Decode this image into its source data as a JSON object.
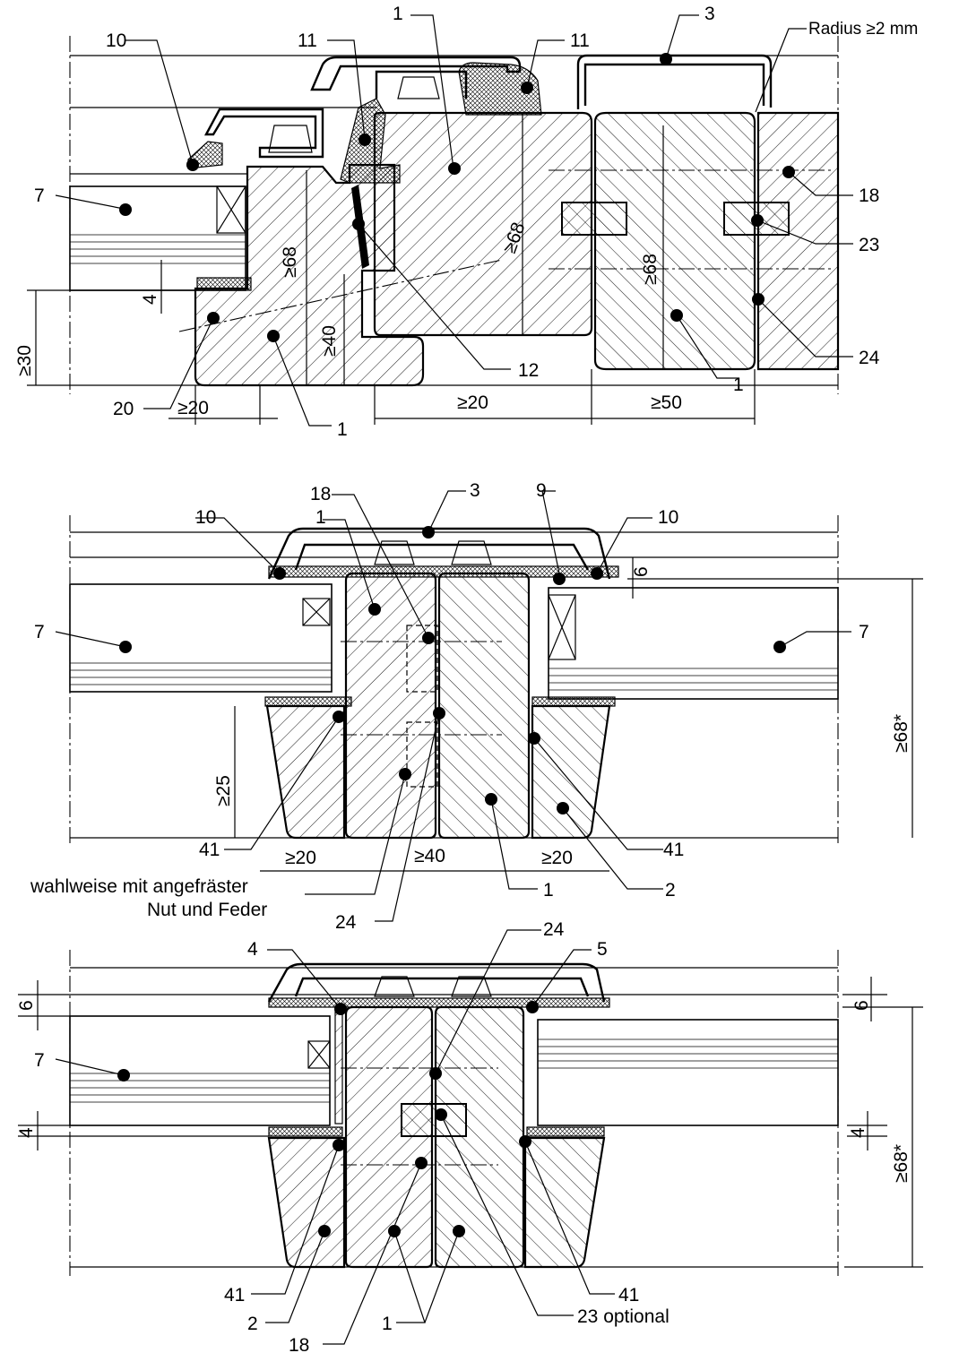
{
  "diagram": {
    "sections": [
      {
        "id": "top-section",
        "labels": [
          "1",
          "3",
          "10",
          "11",
          "11",
          "7",
          "18",
          "23",
          "24",
          "12",
          "1",
          "20",
          "1"
        ],
        "dimensions": [
          "Radius ≥2 mm",
          "≥68",
          "≥68",
          "≥68",
          "≥40",
          "4",
          "≥30",
          "≥20",
          "≥20",
          "≥50"
        ]
      },
      {
        "id": "middle-section",
        "labels": [
          "18",
          "3",
          "9",
          "10",
          "1",
          "10",
          "7",
          "7",
          "41",
          "41",
          "24",
          "1",
          "2"
        ],
        "dimensions": [
          "6",
          "≥68*",
          "≥25",
          "≥20",
          "≥40",
          "≥20"
        ],
        "note_line1": "wahlweise mit angefräster",
        "note_line2": "Nut und Feder"
      },
      {
        "id": "bottom-section",
        "labels": [
          "24",
          "4",
          "5",
          "7",
          "41",
          "41",
          "2",
          "1",
          "18",
          "23 optional"
        ],
        "dimensions": [
          "6",
          "6",
          "4",
          "4",
          "≥68*"
        ]
      }
    ],
    "text": {
      "radius": "Radius ≥2 mm",
      "l1": "1",
      "l2": "2",
      "l3": "3",
      "l4": "4",
      "l5": "5",
      "l7": "7",
      "l9": "9",
      "l10": "10",
      "l11": "11",
      "l12": "12",
      "l18": "18",
      "l20": "20",
      "l23": "23",
      "l24": "24",
      "l41": "41",
      "l23opt": "23 optional",
      "d68": "≥68",
      "d68s": "≥68*",
      "d40": "≥40",
      "d30": "≥30",
      "d25": "≥25",
      "d20": "≥20",
      "d50": "≥50",
      "d4": "4",
      "d6": "6",
      "note1": "wahlweise mit angefräster",
      "note2": "Nut und Feder"
    }
  }
}
